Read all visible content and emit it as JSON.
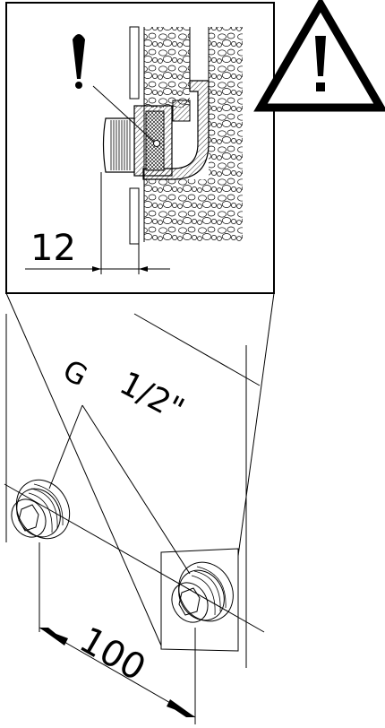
{
  "detail": {
    "dimension_label": "12"
  },
  "thread": {
    "label_g": "G",
    "label_size": "1/2\""
  },
  "spacing": {
    "dimension_label": "100"
  },
  "icons": {
    "warning": "warning-triangle-icon",
    "caution": "exclamation-pin-icon"
  }
}
